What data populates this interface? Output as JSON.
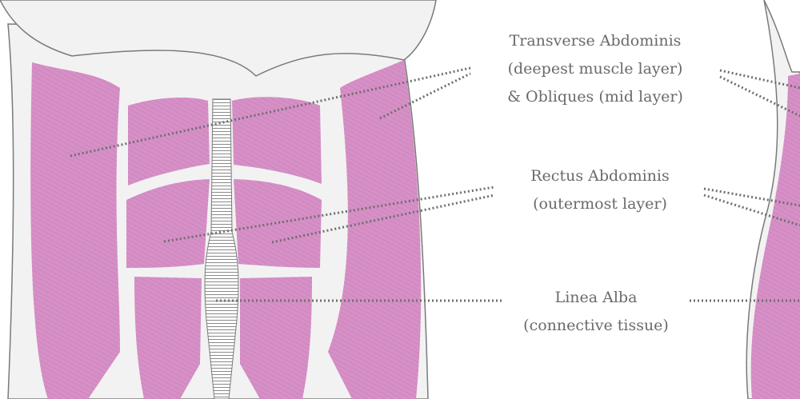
{
  "labels": {
    "transverse": {
      "line1": "Transverse Abdominis",
      "line2": "(deepest muscle layer)",
      "line3": "& Obliques (mid layer)"
    },
    "rectus": {
      "line1": "Rectus Abdominis",
      "line2": "(outermost layer)"
    },
    "linea": {
      "line1": "Linea Alba",
      "line2": "(connective tissue)"
    }
  },
  "colors": {
    "muscle": "#d690c6",
    "muscle_stripe": "#c77db8",
    "skin": "#f2f2f2",
    "outline": "#7a7a7a",
    "leader": "#6e6e6e",
    "text": "#6a6a6a"
  }
}
